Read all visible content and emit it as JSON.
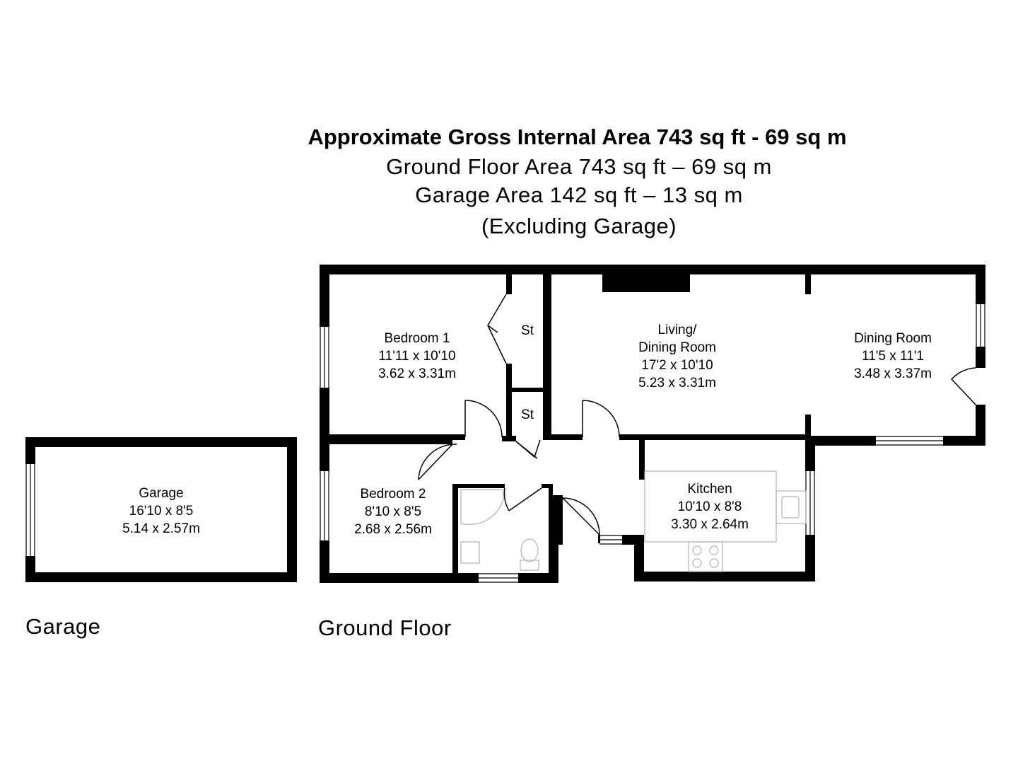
{
  "header": {
    "title": "Approximate Gross Internal Area 743 sq ft - 69 sq m",
    "ground_floor_area": "Ground Floor Area 743 sq ft – 69 sq m",
    "garage_area": "Garage Area 142 sq ft – 13 sq m",
    "note": "(Excluding Garage)"
  },
  "rooms": {
    "bedroom1": {
      "name": "Bedroom 1",
      "imperial": "11'11 x 10'10",
      "metric": "3.62 x 3.31m"
    },
    "store1": {
      "name": "St"
    },
    "store2": {
      "name": "St"
    },
    "living": {
      "name1": "Living/",
      "name2": "Dining Room",
      "imperial": "17'2 x 10'10",
      "metric": "5.23 x 3.31m"
    },
    "dining": {
      "name": "Dining Room",
      "imperial": "11'5 x 11'1",
      "metric": "3.48 x 3.37m"
    },
    "bedroom2": {
      "name": "Bedroom 2",
      "imperial": "8'10 x 8'5",
      "metric": "2.68 x 2.56m"
    },
    "kitchen": {
      "name": "Kitchen",
      "imperial": "10'10 x 8'8",
      "metric": "3.30 x 2.64m"
    },
    "garage": {
      "name": "Garage",
      "imperial": "16'10 x 8'5",
      "metric": "5.14 x 2.57m"
    }
  },
  "floor_labels": {
    "garage": "Garage",
    "ground": "Ground Floor"
  },
  "colors": {
    "wall": "#000000",
    "fixture": "#b0b0b0",
    "background": "#ffffff"
  }
}
